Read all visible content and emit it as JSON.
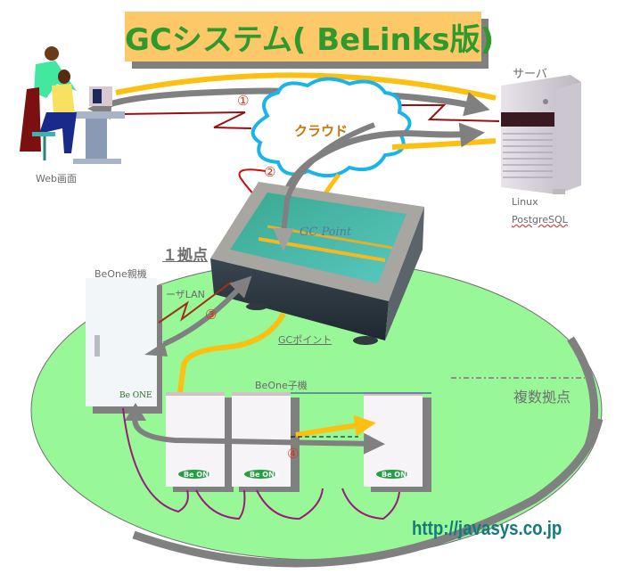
{
  "title": "GCシステム( BeLinks版)",
  "labels": {
    "web": "Web画面",
    "server": "サーバ",
    "os": "Linux",
    "db": "PostgreSQL",
    "cloud": "クラウド",
    "site_single": "１拠点",
    "beone_parent": "BeOne親機",
    "user_lan": "ーザLAN",
    "gc_point": "GCポイント",
    "beone_child": "BeOne子機",
    "multi_site": "複数拠点",
    "gc_point_device": "GC Point",
    "beone_logo": "Be ONE"
  },
  "steps": [
    "①",
    "②",
    "③",
    "④"
  ],
  "url": "http://javasys.co.jp",
  "colors": {
    "title_bg": "#fdc868",
    "title_text": "#2e9a2e",
    "site_area": "#98f898",
    "cloud_outline": "#1ab4e8",
    "arrow_gray": "#808080",
    "line_yellow": "#fbc010",
    "line_red": "#9a1010",
    "line_purple": "#9a1a7a",
    "url_text": "#147a7a"
  }
}
